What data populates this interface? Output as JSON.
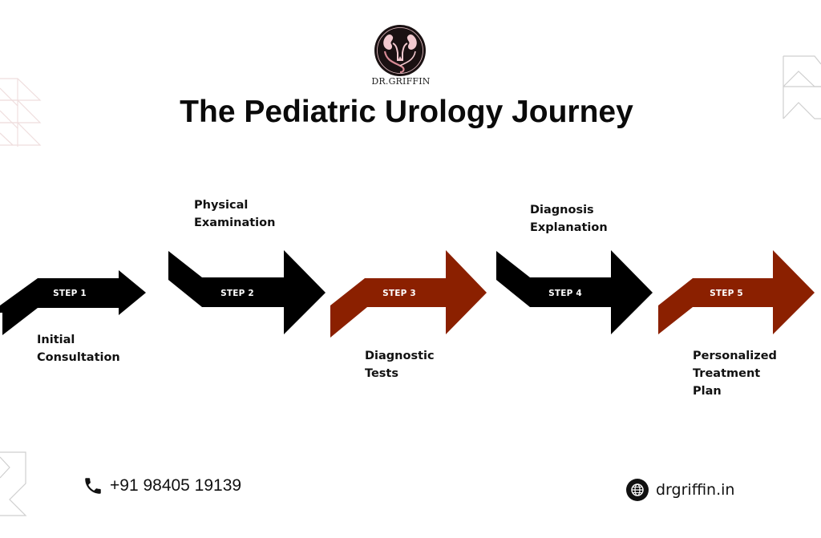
{
  "brand": {
    "logo_icon": "kidney-logo-icon",
    "name": "DR.GRIFFIN"
  },
  "title": "The Pediatric Urology Journey",
  "colors": {
    "dark": "#000000",
    "accent": "#8b2000",
    "logo_pink": "#f2c9cf",
    "logo_rose": "#d88a95"
  },
  "steps": [
    {
      "label": "STEP 1",
      "color": "dark",
      "desc": [
        "Initial",
        "Consultation"
      ]
    },
    {
      "label": "STEP 2",
      "color": "dark",
      "desc": [
        "Physical",
        "Examination"
      ]
    },
    {
      "label": "STEP 3",
      "color": "accent",
      "desc": [
        "Diagnostic",
        "Tests"
      ]
    },
    {
      "label": "STEP 4",
      "color": "dark",
      "desc": [
        "Diagnosis",
        "Explanation"
      ]
    },
    {
      "label": "STEP 5",
      "color": "accent",
      "desc": [
        "Personalized",
        "Treatment",
        "Plan"
      ]
    }
  ],
  "contact": {
    "phone_icon": "phone-icon",
    "phone": "+91 98405 19139",
    "web_icon": "globe-icon",
    "website": "drgriffin.in"
  }
}
